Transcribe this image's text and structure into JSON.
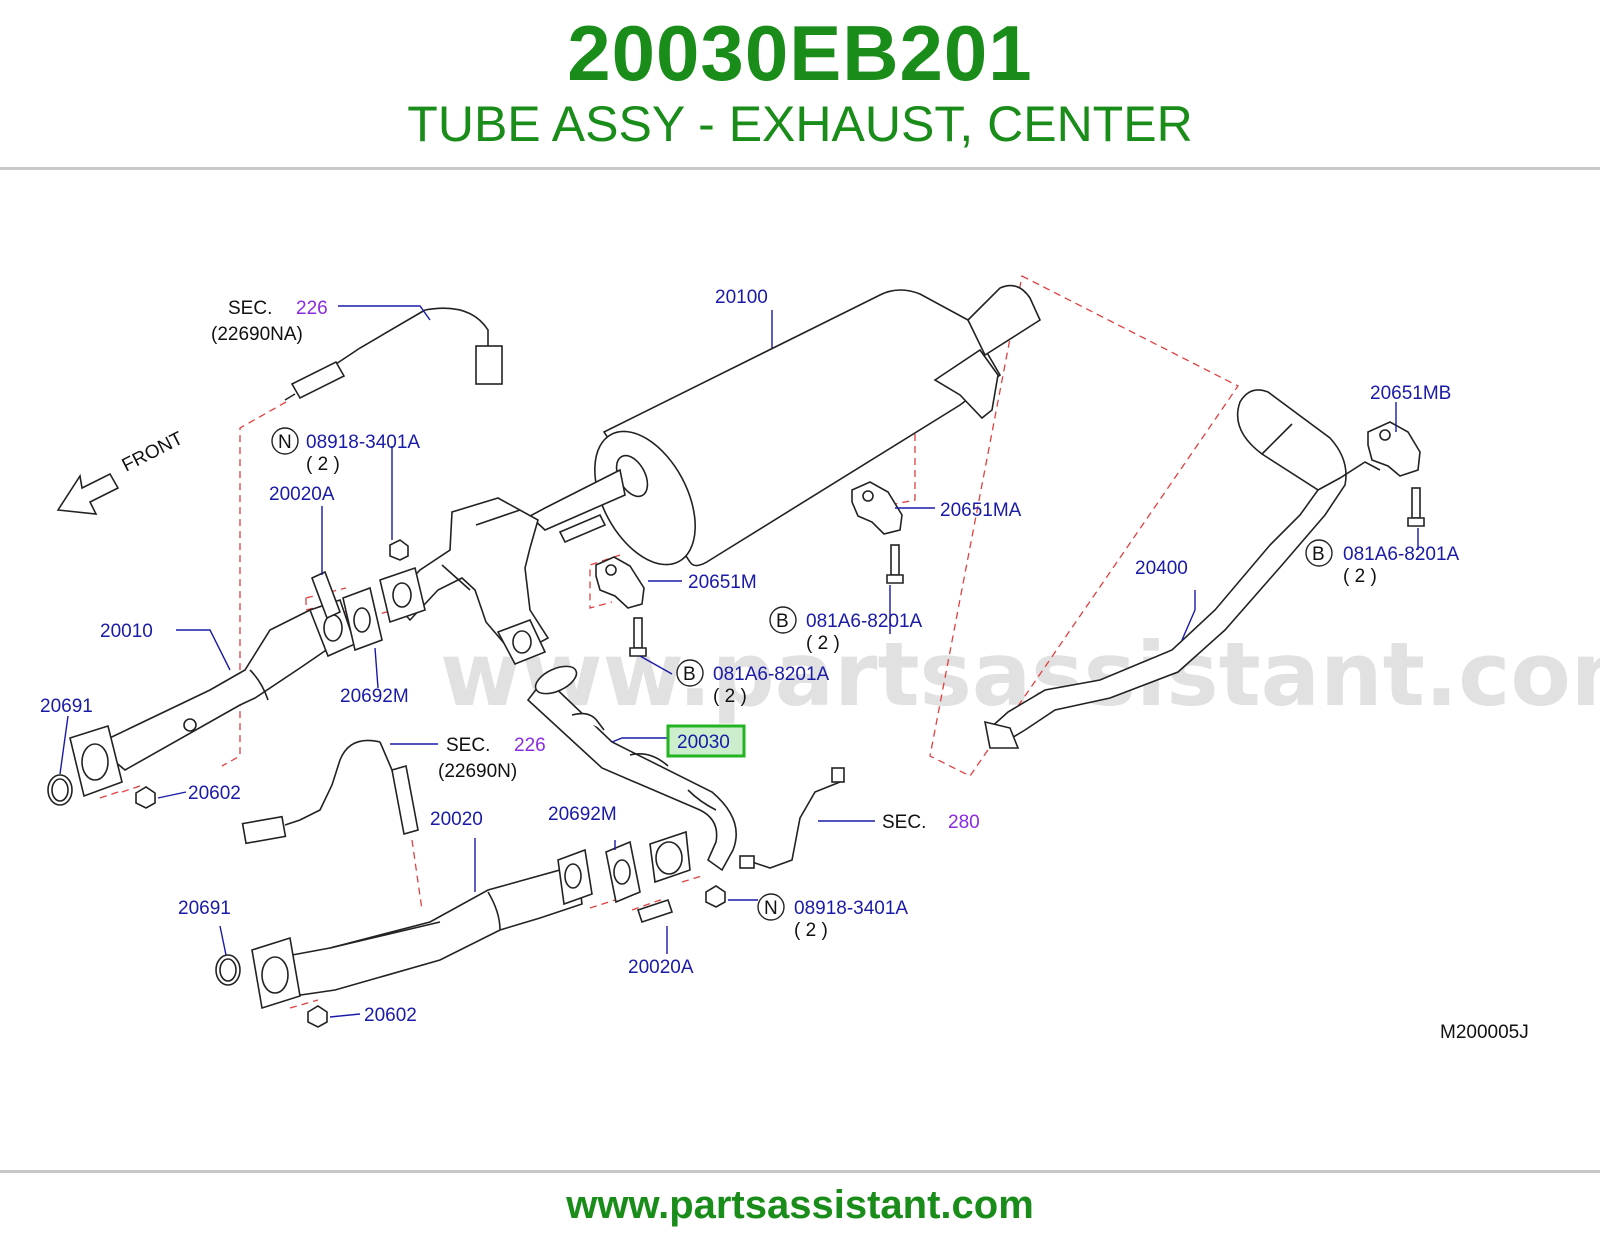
{
  "header": {
    "part_number": "20030EB201",
    "description": "TUBE ASSY - EXHAUST, CENTER"
  },
  "footer": {
    "site": "www.partsassistant.com"
  },
  "watermark": "www.partsassistant.com",
  "diagram": {
    "front_label": "FRONT",
    "diagram_code": "M200005J",
    "sec_label": "SEC.",
    "callouts": {
      "sec226_top": "226",
      "ref_22690NA": "(22690NA)",
      "sec226_mid": "226",
      "ref_22690N": "(22690N)",
      "sec280": "280",
      "p20100": "20100",
      "p20651MB": "20651MB",
      "n_top_circle": "N",
      "n_top_code": "08918-3401A",
      "n_top_qty": "( 2 )",
      "p20020A_top": "20020A",
      "p20651MA": "20651MA",
      "b_right_circle": "B",
      "b_right_code": "081A6-8201A",
      "b_right_qty": "( 2 )",
      "p20651M": "20651M",
      "p20400": "20400",
      "b_mid_circle": "B",
      "b_mid_code": "081A6-8201A",
      "b_mid_qty": "( 2 )",
      "p20010": "20010",
      "b_low_circle": "B",
      "b_low_code": "081A6-8201A",
      "b_low_qty": "( 2 )",
      "p20692M_top": "20692M",
      "p20691_top": "20691",
      "p20030": "20030",
      "p20602_top": "20602",
      "p20020": "20020",
      "p20692M_low": "20692M",
      "p20691_low": "20691",
      "n_low_circle": "N",
      "n_low_code": "08918-3401A",
      "n_low_qty": "( 2 )",
      "p20020A_low": "20020A",
      "p20602_low": "20602"
    },
    "colors": {
      "brand_green": "#1a8c1a",
      "label_blue": "#1a1aa8",
      "sec_purple": "#8a2be2",
      "highlight_border": "#22b422",
      "highlight_fill": "#cdeecd",
      "dashed_red": "#e04040"
    }
  }
}
